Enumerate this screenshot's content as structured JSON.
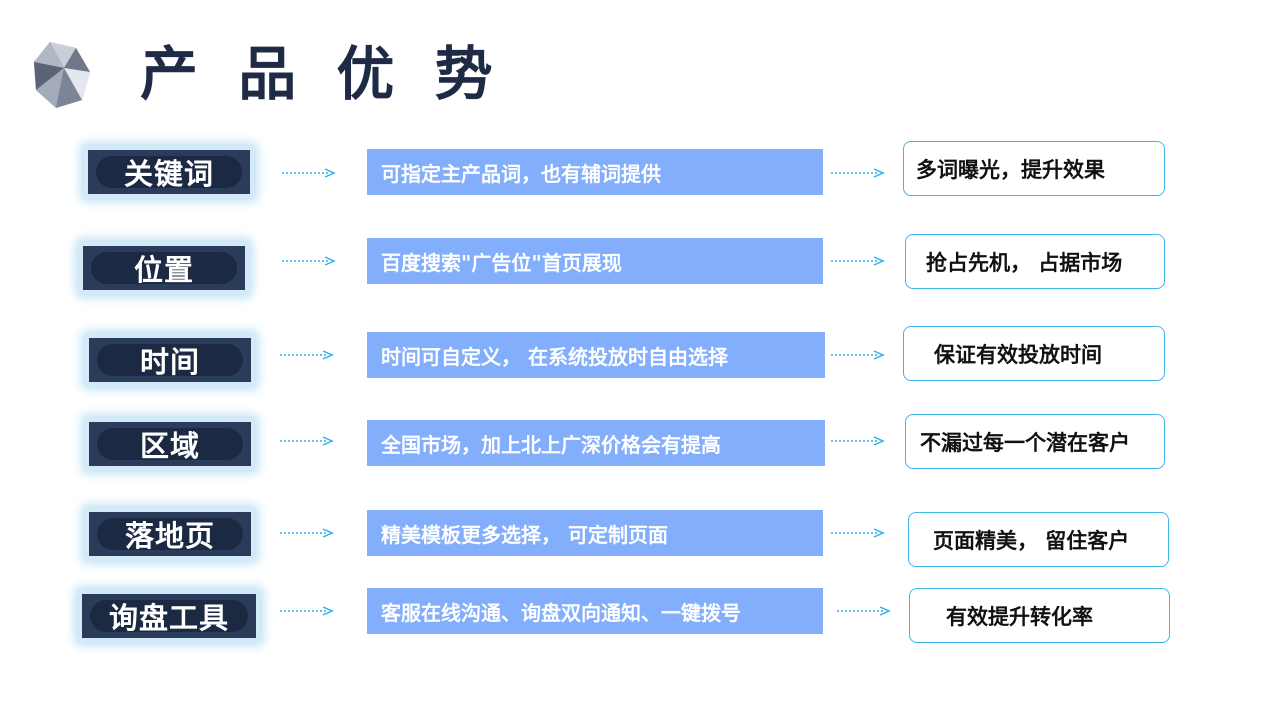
{
  "title": "产 品 优 势",
  "logo_icon": "faceted-crystal-icon",
  "colors": {
    "title": "#1f2b45",
    "label_bg": "#1c2942",
    "label_glow": "#b9def5",
    "desc_bg": "#83aefc",
    "result_border": "#3fb4ea",
    "arrow": "#2fb0e8"
  },
  "rows": [
    {
      "label": "关键词",
      "desc": "可指定主产品词，也有辅词提供",
      "result": "多词曝光，提升效果"
    },
    {
      "label": "位置",
      "desc": "百度搜索\"广告位\"首页展现",
      "result": "抢占先机， 占据市场"
    },
    {
      "label": "时间",
      "desc": "时间可自定义， 在系统投放时自由选择",
      "result": "保证有效投放时间"
    },
    {
      "label": "区域",
      "desc": "全国市场，加上北上广深价格会有提高",
      "result": "不漏过每一个潜在客户"
    },
    {
      "label": "落地页",
      "desc": "精美模板更多选择， 可定制页面",
      "result": "页面精美， 留住客户"
    },
    {
      "label": "询盘工具",
      "desc": "客服在线沟通、询盘双向通知、一键拨号",
      "result": "有效提升转化率"
    }
  ]
}
